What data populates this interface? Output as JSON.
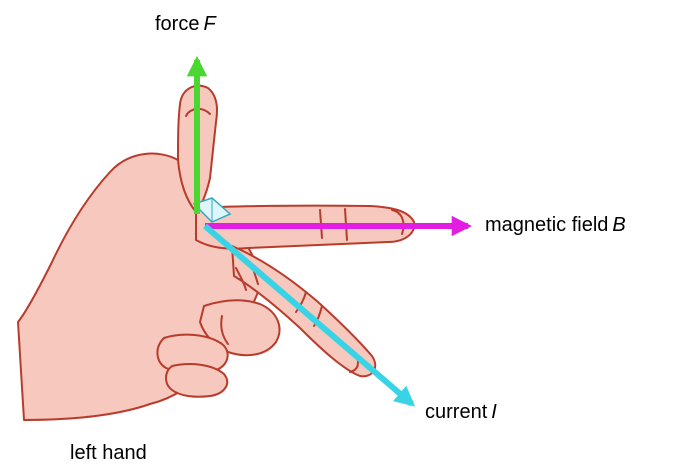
{
  "labels": {
    "force": {
      "text": "force",
      "symbol": "F"
    },
    "magnetic_field": {
      "text": "magnetic field",
      "symbol": "B"
    },
    "current": {
      "text": "current",
      "symbol": "I"
    },
    "hand": {
      "text": "left hand"
    }
  },
  "colors": {
    "force_arrow": "#4cd632",
    "field_arrow": "#e21ee2",
    "current_arrow": "#38d4e6",
    "skin_fill": "#f6c8be",
    "skin_outline": "#b83c2c",
    "corner_marker": "#dff6fa"
  }
}
